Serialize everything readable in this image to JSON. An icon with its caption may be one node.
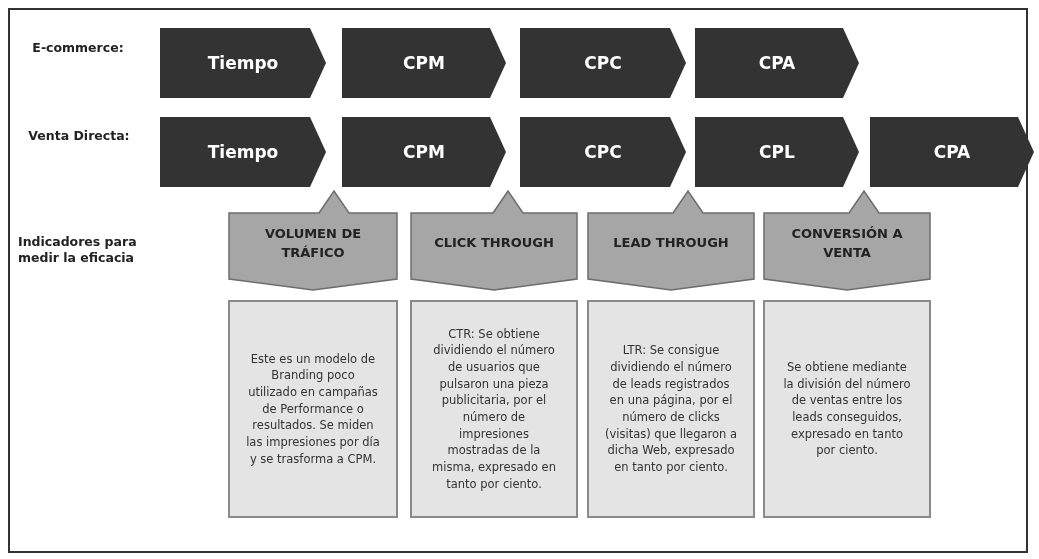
{
  "diagram": {
    "nodes": [
      {
        "text": [
          "Tiempo"
        ]
      },
      {
        "text": [
          "CPM"
        ]
      },
      {
        "text": [
          "CPC"
        ]
      },
      {
        "text": [
          "CPA"
        ]
      },
      {
        "text": [
          "Tiempo"
        ]
      },
      {
        "text": [
          "CPM"
        ]
      },
      {
        "text": [
          "CPC"
        ]
      },
      {
        "text": [
          "CPL"
        ]
      },
      {
        "text": [
          "CPA"
        ]
      },
      {
        "text": [
          "VOLUMEN DE TRÁFICO"
        ]
      },
      {
        "text": [
          "CLICK THROUGH"
        ]
      },
      {
        "text": [
          "LEAD THROUGH"
        ]
      },
      {
        "text": [
          "CONVERSIÓN A VENTA"
        ]
      },
      {
        "text": [
          "Este es un modelo de Branding poco utilizado en campañas de Performance o resultados. Se miden las impresiones por día y se trasforma a CPM."
        ]
      },
      {
        "text": [
          "CTR: Se obtiene dividiendo el número de usuarios que pulsaron una pieza publicitaria, por el número de impresiones mostradas de la misma, expresado en tanto por ciento."
        ]
      },
      {
        "text": [
          "LTR: Se consigue dividiendo el número de leads registrados en una página, por el número de clicks (visitas) que llegaron a dicha Web, expresado en tanto por ciento."
        ]
      },
      {
        "text": [
          "Se obtiene mediante la división del número de ventas entre los leads conseguidos, expresado en tanto por ciento."
        ]
      }
    ],
    "labels": [
      "E-commerce:",
      "Venta Directa:",
      "Indicadores para medir la eficacia"
    ]
  }
}
